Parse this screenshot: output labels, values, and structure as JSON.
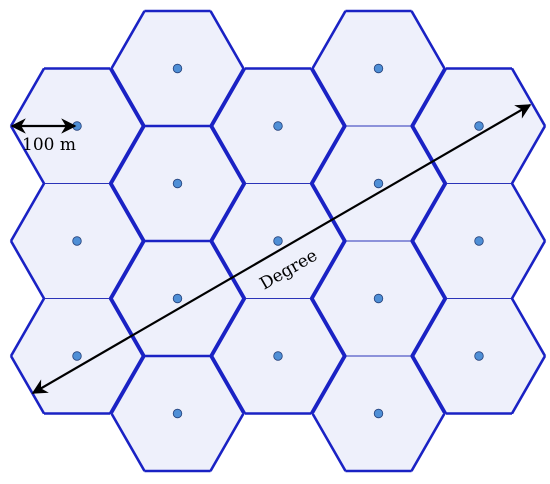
{
  "labels": {
    "radius": "100 m",
    "degree": "Degree"
  },
  "colors": {
    "cell_fill": "#eef0fb",
    "cell_stroke": "#2b33b8",
    "outline": "#1a22c4",
    "node": "#4f8fd6"
  },
  "cells": [
    {
      "col": 0,
      "row": 0
    },
    {
      "col": 0,
      "row": 1
    },
    {
      "col": 0,
      "row": 2
    },
    {
      "col": 1,
      "row": 0
    },
    {
      "col": 1,
      "row": 1
    },
    {
      "col": 1,
      "row": 2
    },
    {
      "col": 1,
      "row": 3
    },
    {
      "col": 2,
      "row": 0
    },
    {
      "col": 2,
      "row": 1
    },
    {
      "col": 2,
      "row": 2
    },
    {
      "col": 3,
      "row": 0
    },
    {
      "col": 3,
      "row": 1
    },
    {
      "col": 3,
      "row": 2
    },
    {
      "col": 3,
      "row": 3
    },
    {
      "col": 4,
      "row": 0
    },
    {
      "col": 4,
      "row": 1
    },
    {
      "col": 4,
      "row": 2
    }
  ]
}
